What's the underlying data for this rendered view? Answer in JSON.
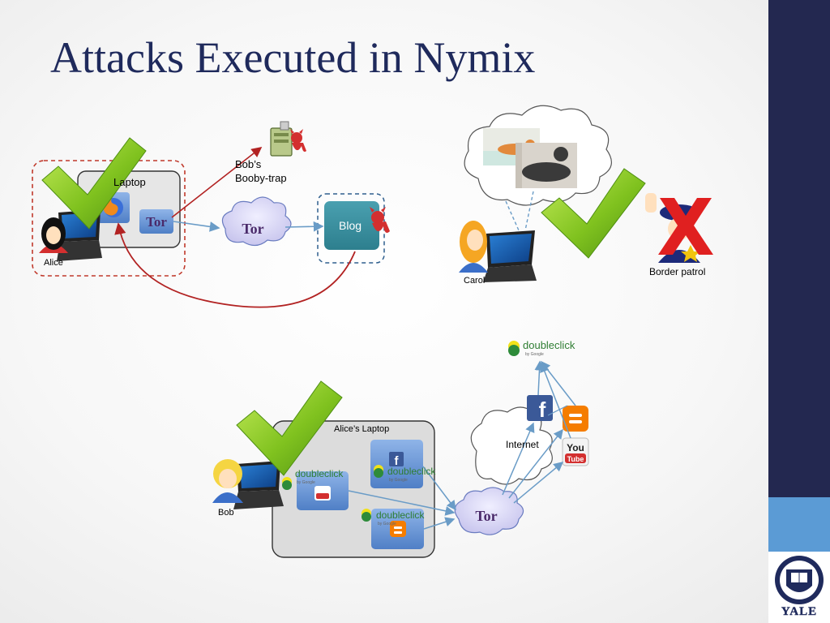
{
  "slide": {
    "title": "Attacks Executed in Nymix"
  },
  "diagram1": {
    "laptop_label": "Laptop",
    "user": "Alice",
    "attacker_label_line1": "Bob’s",
    "attacker_label_line2": "Booby-trap",
    "tor_label": "Tor",
    "blog_label": "Blog"
  },
  "diagram2": {
    "user": "Carol",
    "border_label": "Border patrol"
  },
  "diagram3": {
    "laptop_label": "Alice’s Laptop",
    "user": "Bob",
    "internet_label": "Internet",
    "tor_label": "Tor",
    "doubleclick": "doubleclick",
    "google": "by Google",
    "facebook": "f",
    "youtube_top": "You",
    "youtube_bottom": "Tube"
  },
  "logo": {
    "wordmark": "YALE"
  },
  "colors": {
    "title": "#1f2a5c",
    "navy_bar": "#232850",
    "accent_bar": "#5b9bd5",
    "check_green": "#7cbf1f",
    "attack_arrow": "#b22222",
    "flow_arrow": "#6a9cc7",
    "x_mark": "#e02020"
  },
  "icons": [
    "check-icon",
    "firefox-icon",
    "tor-icon",
    "server-icon",
    "devil-icon",
    "cloud-icon",
    "laptop-icon",
    "person-icon",
    "police-icon",
    "x-icon",
    "facebook-icon",
    "youtube-icon",
    "blogger-icon",
    "doubleclick-icon",
    "yale-seal-icon"
  ]
}
